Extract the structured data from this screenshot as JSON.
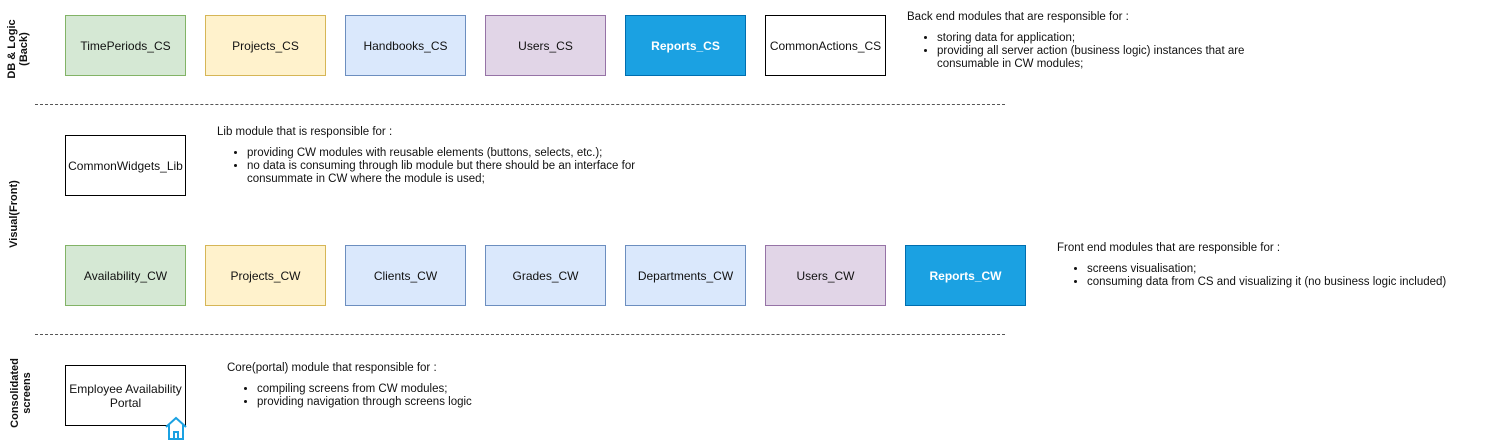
{
  "lanes": {
    "back": "DB & Logic\n(Back)",
    "front": "Visual(Front)",
    "screens": "Consolidated\nscreens"
  },
  "back_modules": [
    "TimePeriods_CS",
    "Projects_CS",
    "Handbooks_CS",
    "Users_CS",
    "Reports_CS",
    "CommonActions_CS"
  ],
  "lib_module": "CommonWidgets_Lib",
  "front_modules": [
    "Availability_CW",
    "Projects_CW",
    "Clients_CW",
    "Grades_CW",
    "Departments_CW",
    "Users_CW",
    "Reports_CW"
  ],
  "portal_module": "Employee Availability Portal",
  "notes": {
    "back": {
      "head": "Back end modules that are responsible for :",
      "items": [
        "storing data for application;",
        "providing all server action (business logic) instances that are consumable in CW modules;"
      ]
    },
    "lib": {
      "head": "Lib module that is responsible for :",
      "items": [
        "providing CW modules with reusable elements (buttons, selects, etc.);",
        "no data is consuming through lib module but there should be an interface for consummate in CW where the module is used;"
      ]
    },
    "front": {
      "head": "Front end modules that are responsible for :",
      "items": [
        "screens visualisation;",
        "consuming data from CS and visualizing it (no business logic included)"
      ]
    },
    "portal": {
      "head": "Core(portal) module that responsible for :",
      "items": [
        "compiling screens from CW modules;",
        "providing navigation through screens logic"
      ]
    }
  },
  "colors": {
    "green": "#d5e8d4",
    "yellow": "#fff2cc",
    "blue": "#dae8fc",
    "purple": "#e1d5e7",
    "accent": "#1ba1e2",
    "home_icon": "#1ba1e2"
  },
  "icons": {
    "portal": "home-icon"
  }
}
